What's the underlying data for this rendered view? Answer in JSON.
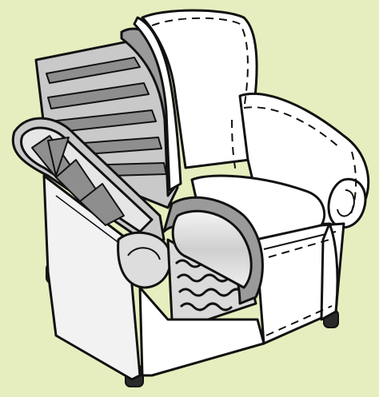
{
  "illustration": {
    "kind": "cutaway-armchair-line-art",
    "parts": [
      "frame-slats",
      "webbing",
      "sinuous-springs",
      "foam-cushion",
      "seat-cushion",
      "upholstery-cover",
      "legs"
    ],
    "colors": {
      "background": "#E6EEBF",
      "outline": "#111111",
      "fabric": "#FFFFFF",
      "frame": "#C9C9C9",
      "slat": "#8E8E8E",
      "padding": "#9A9A9A",
      "foam": "#E0E0E0",
      "spring_bed": "#DADADA"
    }
  }
}
